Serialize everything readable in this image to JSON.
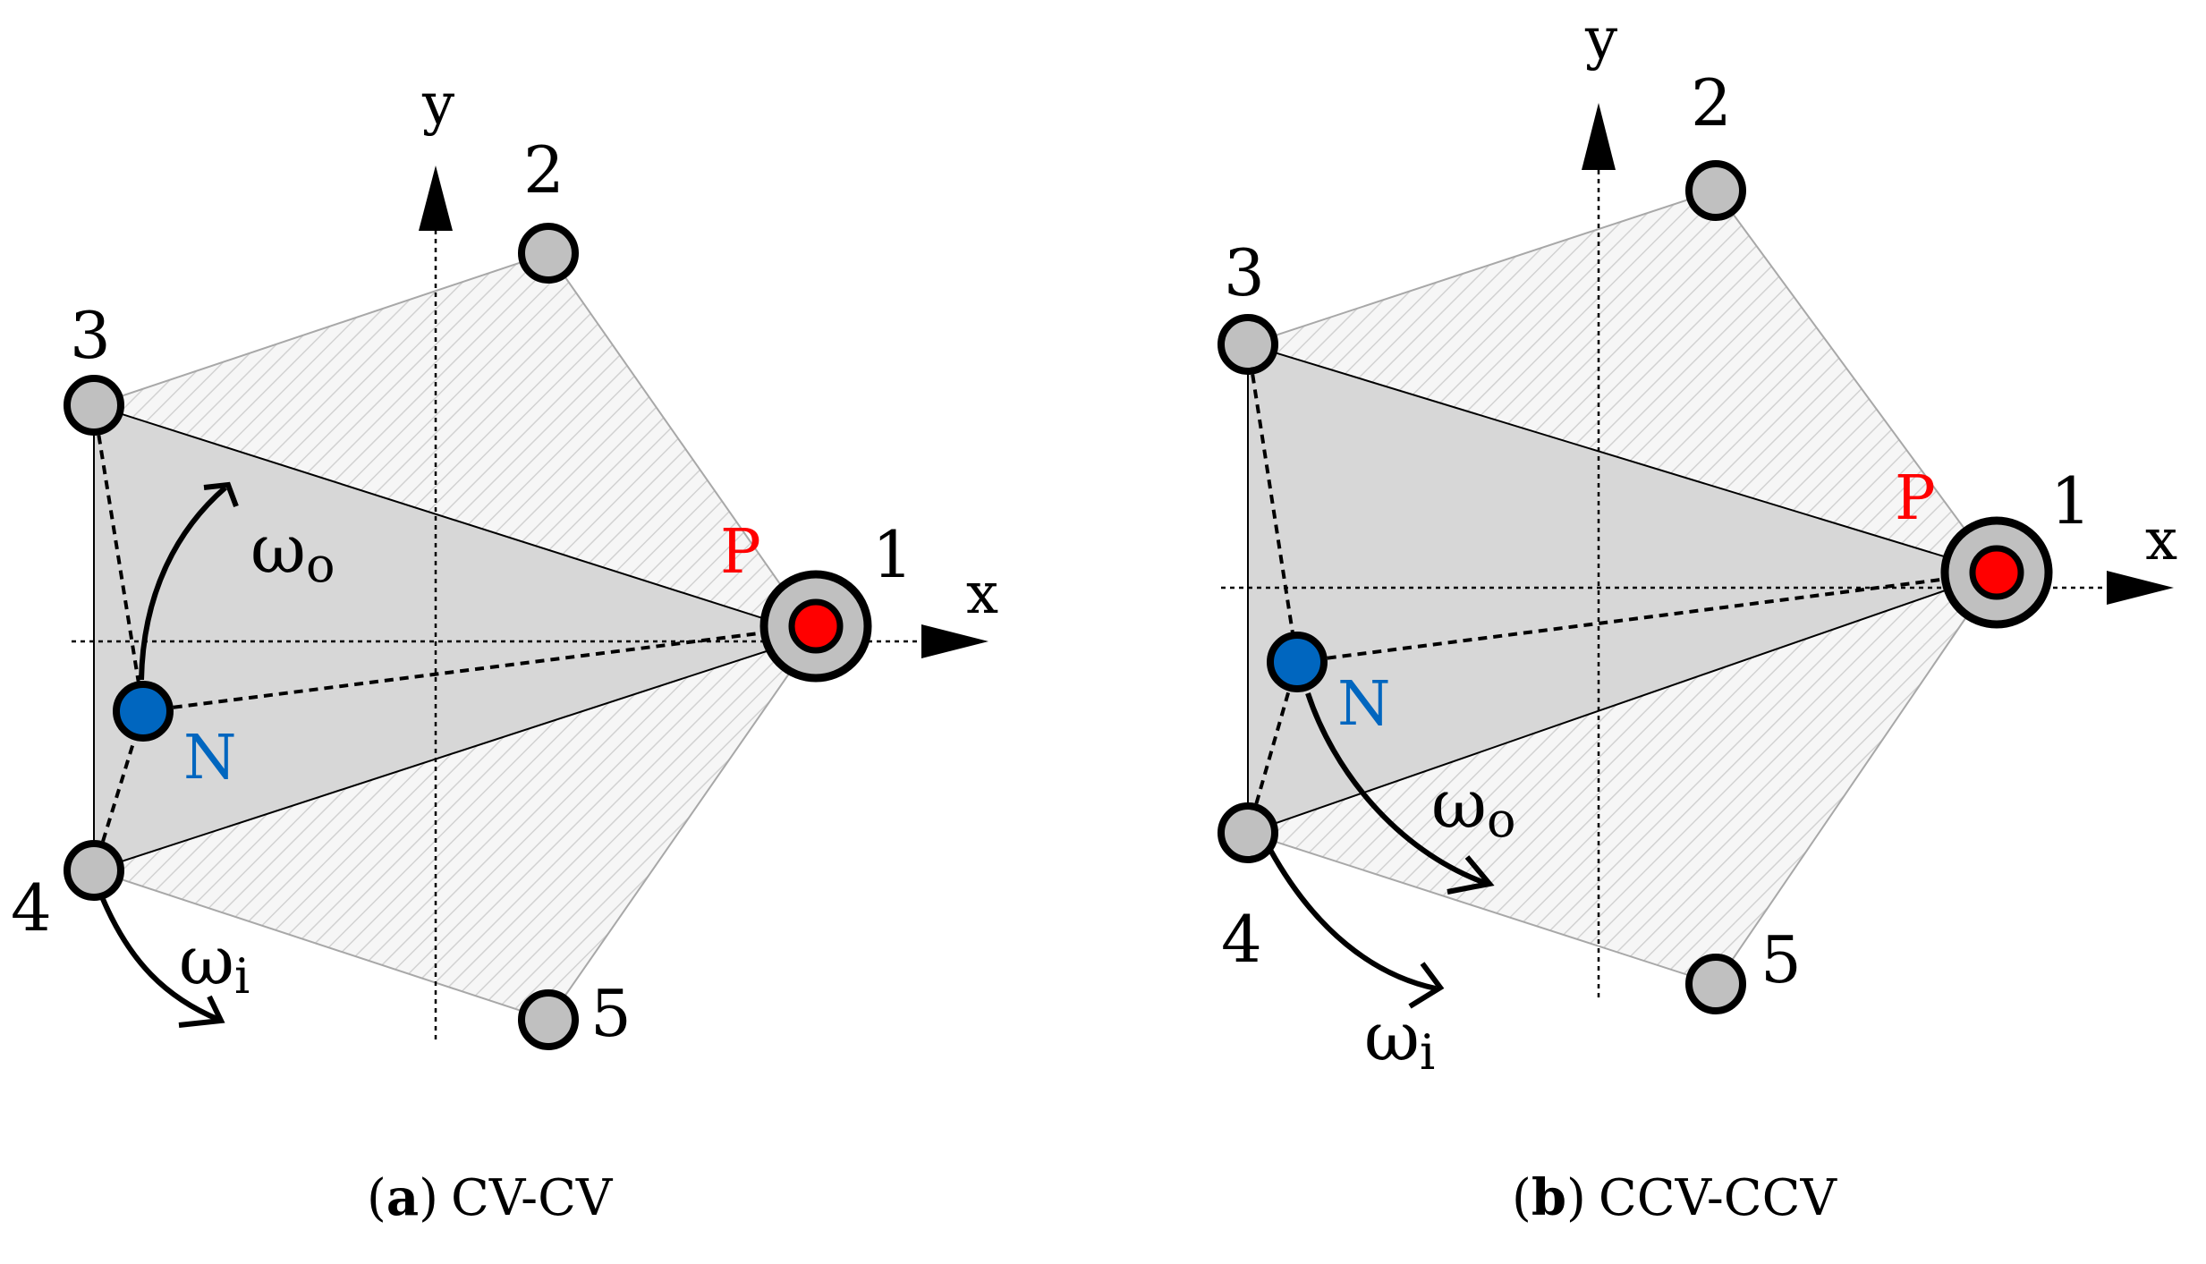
{
  "figure": {
    "panels": [
      {
        "id": "a",
        "axis_x_label": "x",
        "axis_y_label": "y",
        "node_labels": [
          "1",
          "2",
          "3",
          "4",
          "5"
        ],
        "point_p_label": "P",
        "point_n_label": "N",
        "omega_outer": "ω",
        "omega_outer_sub": "o",
        "omega_inner": "ω",
        "omega_inner_sub": "i",
        "caption_open": "(",
        "caption_key": "a",
        "caption_close": ")",
        "caption_text": "CV-CV"
      },
      {
        "id": "b",
        "axis_x_label": "x",
        "axis_y_label": "y",
        "node_labels": [
          "1",
          "2",
          "3",
          "4",
          "5"
        ],
        "point_p_label": "P",
        "point_n_label": "N",
        "omega_outer": "ω",
        "omega_outer_sub": "o",
        "omega_inner": "ω",
        "omega_inner_sub": "i",
        "caption_open": "(",
        "caption_key": "b",
        "caption_close": ")",
        "caption_text": "CCV-CCV"
      }
    ],
    "colors": {
      "node_fill": "#c0c0c0",
      "p_fill": "#ff0000",
      "p_label": "#ff0000",
      "n_fill": "#0066bf",
      "n_label": "#0066bf",
      "triangle_fill": "#d7d7d7",
      "hatch": "#cfcfcf"
    }
  }
}
